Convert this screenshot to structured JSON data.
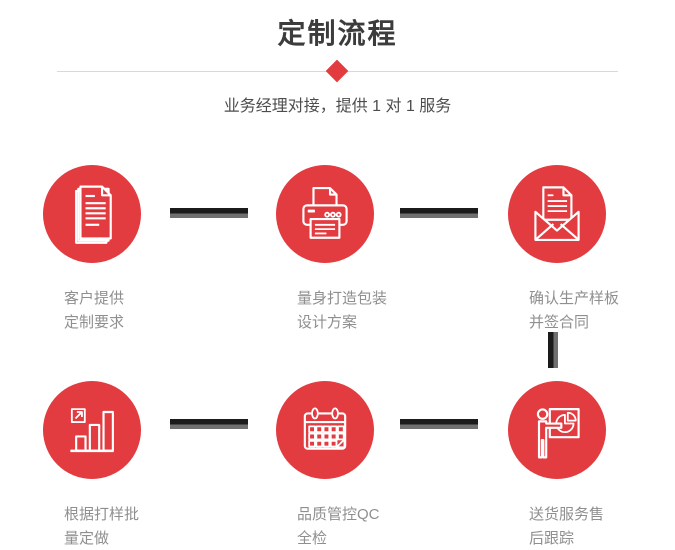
{
  "title": "定制流程",
  "subtitle": "业务经理对接，提供 1 对 1 服务",
  "colors": {
    "accent_red": "#e23b40",
    "title_gray": "#3c3c3c",
    "subtitle_gray": "#4d4d4d",
    "caption_gray": "#8f8f8f",
    "connector_black": "#1b1b1b",
    "connector_gray": "#707070",
    "divider_gray": "#d9d9d9"
  },
  "steps": [
    {
      "id": 1,
      "icon": "documents-icon",
      "label_line1": "客户提供",
      "label_line2": "定制要求"
    },
    {
      "id": 2,
      "icon": "printer-icon",
      "label_line1": "量身打造包装",
      "label_line2": "设计方案"
    },
    {
      "id": 3,
      "icon": "envelope-icon",
      "label_line1": "确认生产样板",
      "label_line2": "并签合同"
    },
    {
      "id": 4,
      "icon": "bar-chart-icon",
      "label_line1": "根据打样批",
      "label_line2": "量定做"
    },
    {
      "id": 5,
      "icon": "calendar-icon",
      "label_line1": "品质管控QC",
      "label_line2": "全检"
    },
    {
      "id": 6,
      "icon": "presentation-icon",
      "label_line1": "送货服务售",
      "label_line2": "后跟踪"
    }
  ]
}
